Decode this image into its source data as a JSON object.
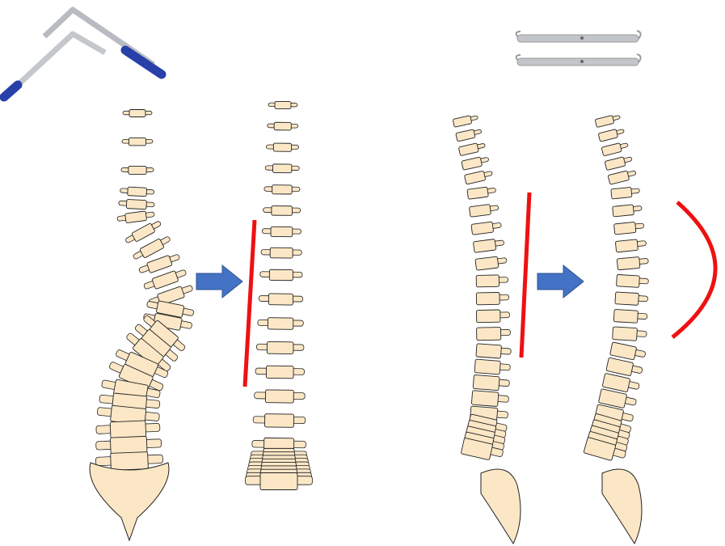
{
  "colors": {
    "bone": "#fbe7c6",
    "outline": "#222222",
    "correction_line": "#ee1111",
    "arrow": "#4472c4",
    "rod": "#b8bcc2",
    "handle": "#2840a8"
  },
  "panels": [
    {
      "name": "scoliosis-frontal-before"
    },
    {
      "name": "scoliosis-frontal-after"
    },
    {
      "name": "sagittal-before"
    },
    {
      "name": "sagittal-after"
    }
  ]
}
